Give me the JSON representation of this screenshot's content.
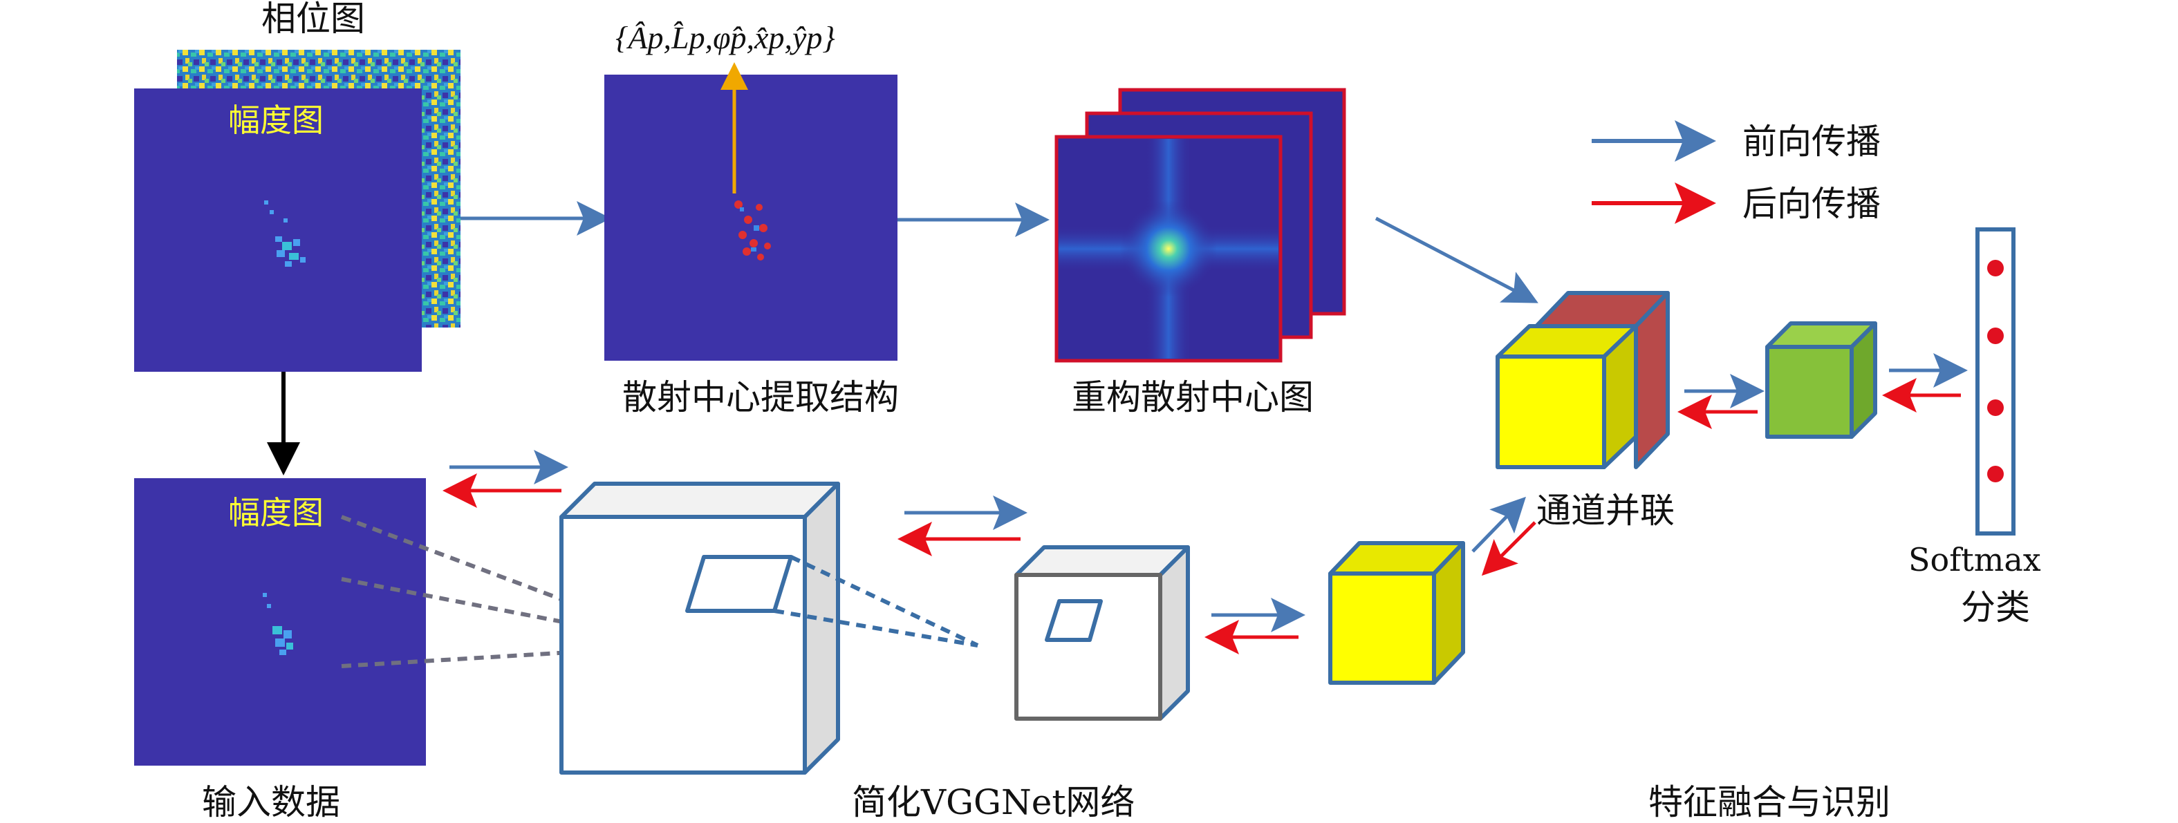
{
  "labels": {
    "phase_map": "相位图",
    "amplitude_map": "幅度图",
    "amplitude_map_input": "幅度图",
    "scatter_params": "{Âp,L̂p,φ̂p,x̂p,ŷp}",
    "scatter_extraction": "散射中心提取结构",
    "reconstructed": "重构散射中心图",
    "channel_concat": "通道并联",
    "softmax": "Softmax",
    "classification": "分类",
    "input_data": "输入数据",
    "vggnet": "简化VGGNet网络",
    "fusion": "特征融合与识别"
  },
  "legend": {
    "forward": "前向传播",
    "backward": "后向传播"
  },
  "colors": {
    "forward_arrow": "#4a79b4",
    "backward_arrow": "#e8101a",
    "map_background": "#3d33a8",
    "cube_yellow": "#ffff00",
    "cube_red": "#b84a4a",
    "cube_green": "#86c13a",
    "cube_border": "#3a6ea5"
  }
}
